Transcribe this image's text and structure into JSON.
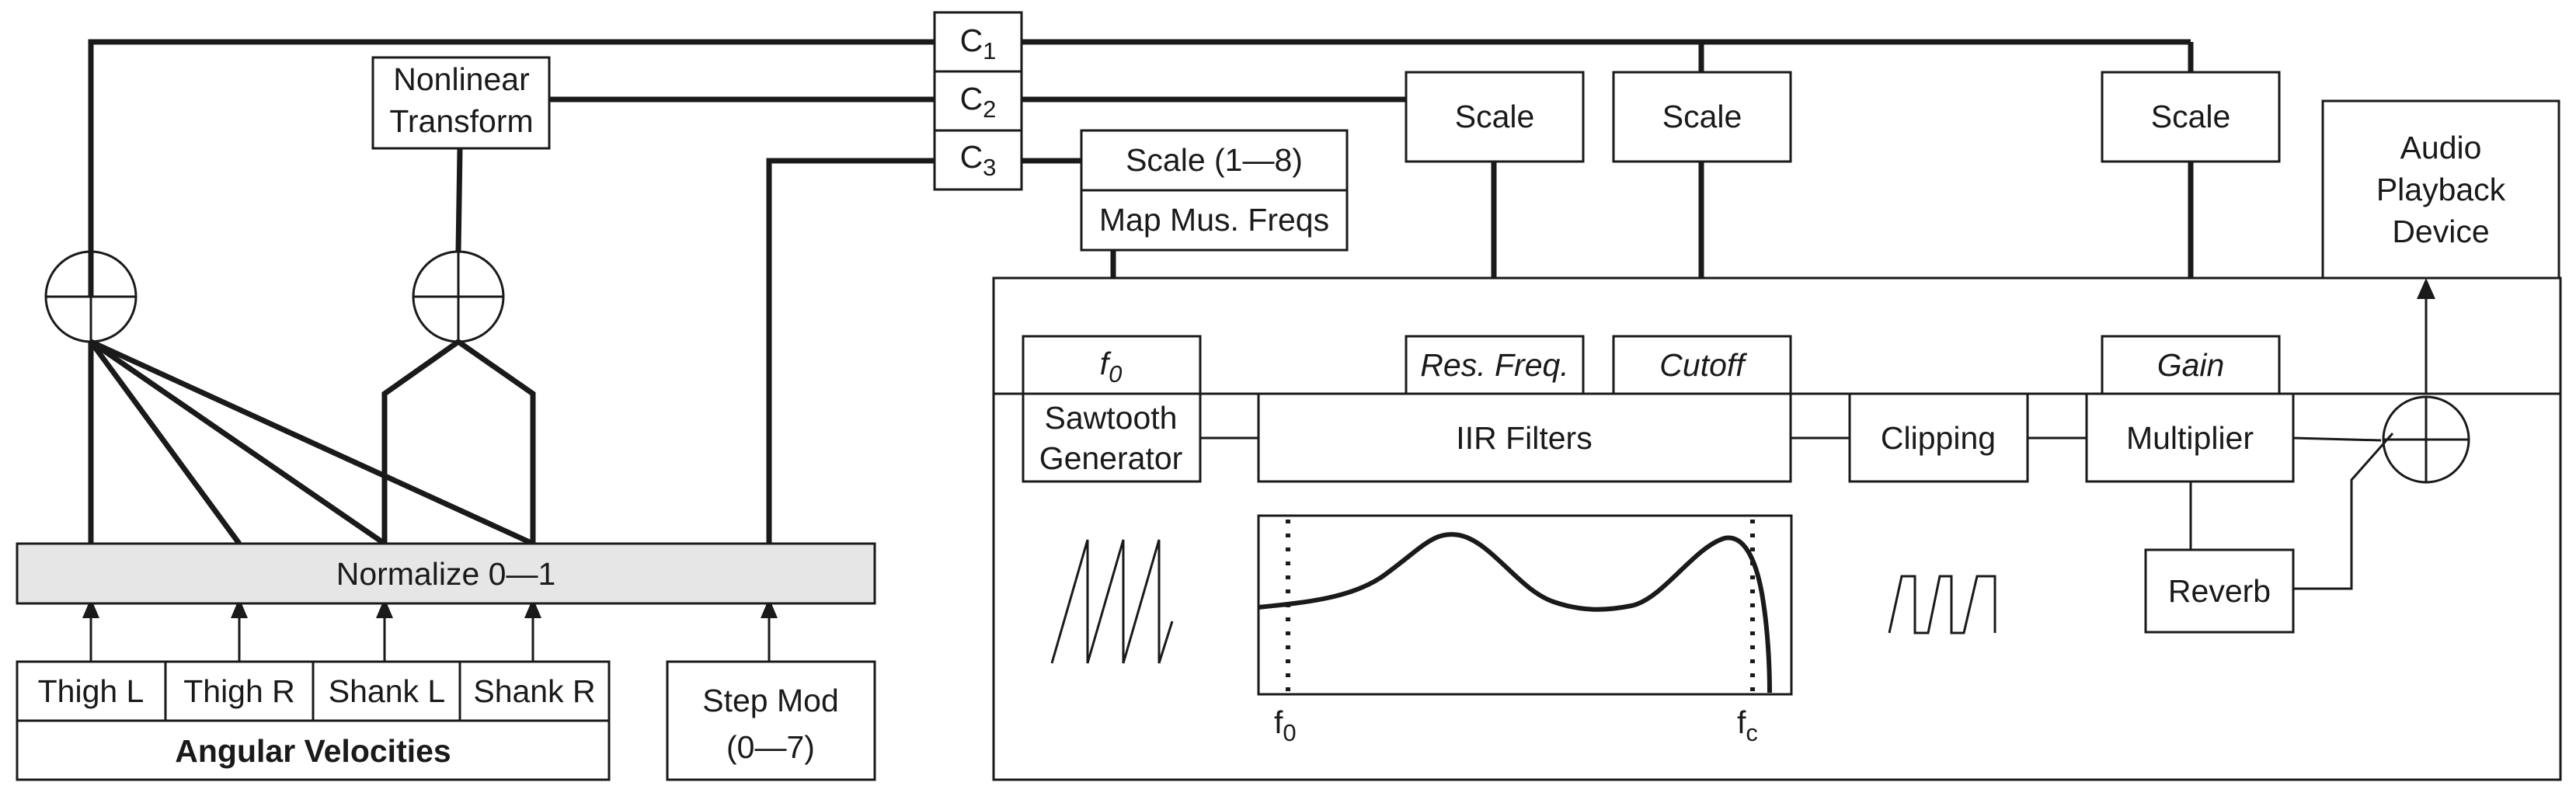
{
  "inputs": {
    "thigh_l": "Thigh L",
    "thigh_r": "Thigh R",
    "shank_l": "Shank L",
    "shank_r": "Shank R",
    "group_label": "Angular Velocities",
    "step_mod_line1": "Step Mod",
    "step_mod_line2": "(0—7)"
  },
  "normalize": "Normalize 0—1",
  "nonlinear_line1": "Nonlinear",
  "nonlinear_line2": "Transform",
  "channels": {
    "c1": {
      "letter": "C",
      "index": "1"
    },
    "c2": {
      "letter": "C",
      "index": "2"
    },
    "c3": {
      "letter": "C",
      "index": "3"
    }
  },
  "scale_range": "Scale (1—8)",
  "map_freqs": "Map Mus. Freqs",
  "scale": "Scale",
  "audio_line1": "Audio",
  "audio_line2": "Playback",
  "audio_line3": "Device",
  "params": {
    "f0_letter": "f",
    "f0_sub": "0",
    "res_freq": "Res. Freq.",
    "cutoff": "Cutoff",
    "gain": "Gain"
  },
  "blocks": {
    "sawtooth_line1": "Sawtooth",
    "sawtooth_line2": "Generator",
    "iir": "IIR Filters",
    "clipping": "Clipping",
    "multiplier": "Multiplier",
    "reverb": "Reverb"
  },
  "plot": {
    "f0_letter": "f",
    "f0_sub": "0",
    "fc_letter": "f",
    "fc_sub": "c"
  }
}
